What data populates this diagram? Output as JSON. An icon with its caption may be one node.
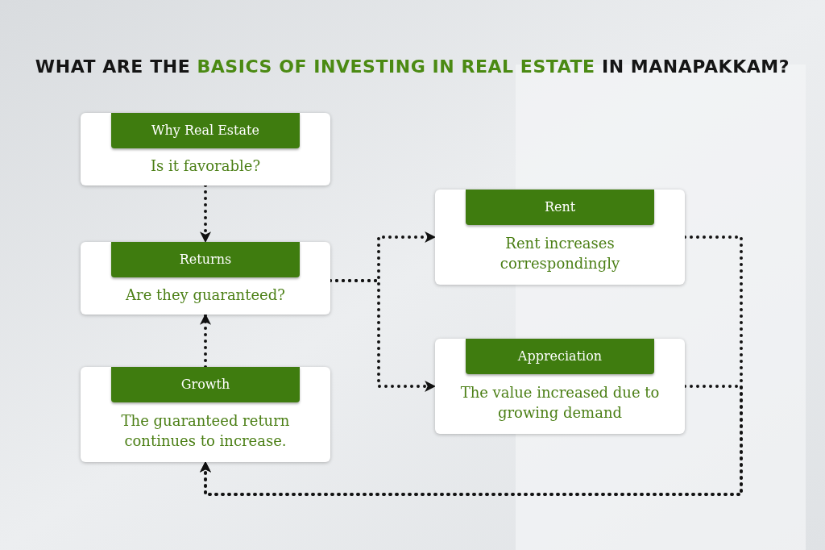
{
  "diagram": {
    "title": "WHAT ARE THE **BASICS OF INVESTING IN REAL ESTATE** IN MANAPAKKAM?",
    "nodes": [
      {
        "text": [
          "Why Real Estate",
          "Is it favorable?"
        ]
      },
      {
        "text": [
          "Returns",
          "Are they guaranteed?"
        ]
      },
      {
        "text": [
          "Rent",
          "Rent increases correspondingly"
        ]
      },
      {
        "text": [
          "Appreciation",
          "The value increased due to growing demand"
        ]
      },
      {
        "text": [
          "Growth",
          "The guaranteed return continues to increase."
        ]
      }
    ],
    "edges": [
      {
        "from": 0,
        "to": 1,
        "arrow": "to"
      },
      {
        "from": 1,
        "to": 2,
        "arrow": "to"
      },
      {
        "from": 1,
        "to": 3,
        "arrow": "to"
      },
      {
        "from": 4,
        "to": 1,
        "arrow": "to"
      },
      {
        "from": 2,
        "to": 4,
        "arrow": "to"
      },
      {
        "from": 3,
        "to": 4,
        "arrow": "to"
      }
    ]
  }
}
